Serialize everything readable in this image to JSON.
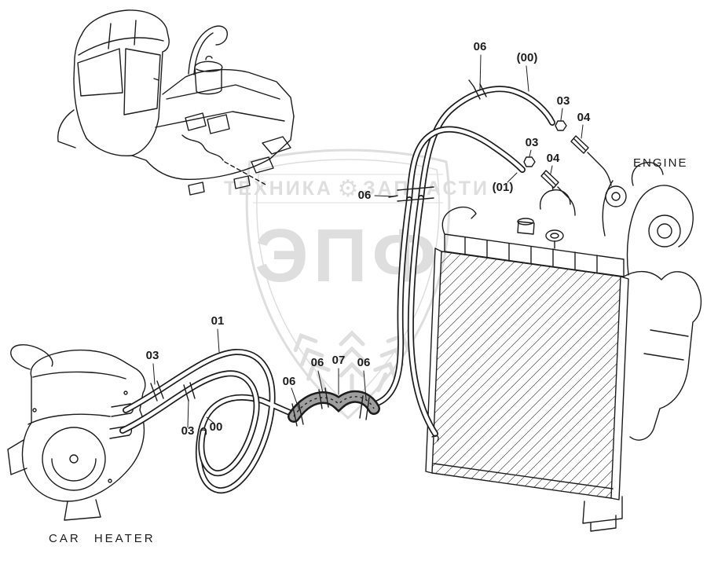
{
  "page": {
    "background": "#ffffff",
    "ink": "#1c1c1c"
  },
  "watermark": {
    "line1": "ТЕХНИКА",
    "line2": "ЗАПЧАСТИ",
    "gear": "⚙",
    "brand": "ЭПФ",
    "color": "#c9c9c9"
  },
  "captions": {
    "engine": "ENGINE",
    "car_heater": "CAR HEATER"
  },
  "callouts": [
    {
      "text": "06"
    },
    {
      "text": "(00)"
    },
    {
      "text": "03"
    },
    {
      "text": "04"
    },
    {
      "text": "03"
    },
    {
      "text": "04"
    },
    {
      "text": "(01)"
    },
    {
      "text": "06"
    },
    {
      "text": "01"
    },
    {
      "text": "03"
    },
    {
      "text": "03"
    },
    {
      "text": "00"
    },
    {
      "text": "06"
    },
    {
      "text": "06"
    },
    {
      "text": "07"
    },
    {
      "text": "06"
    }
  ]
}
